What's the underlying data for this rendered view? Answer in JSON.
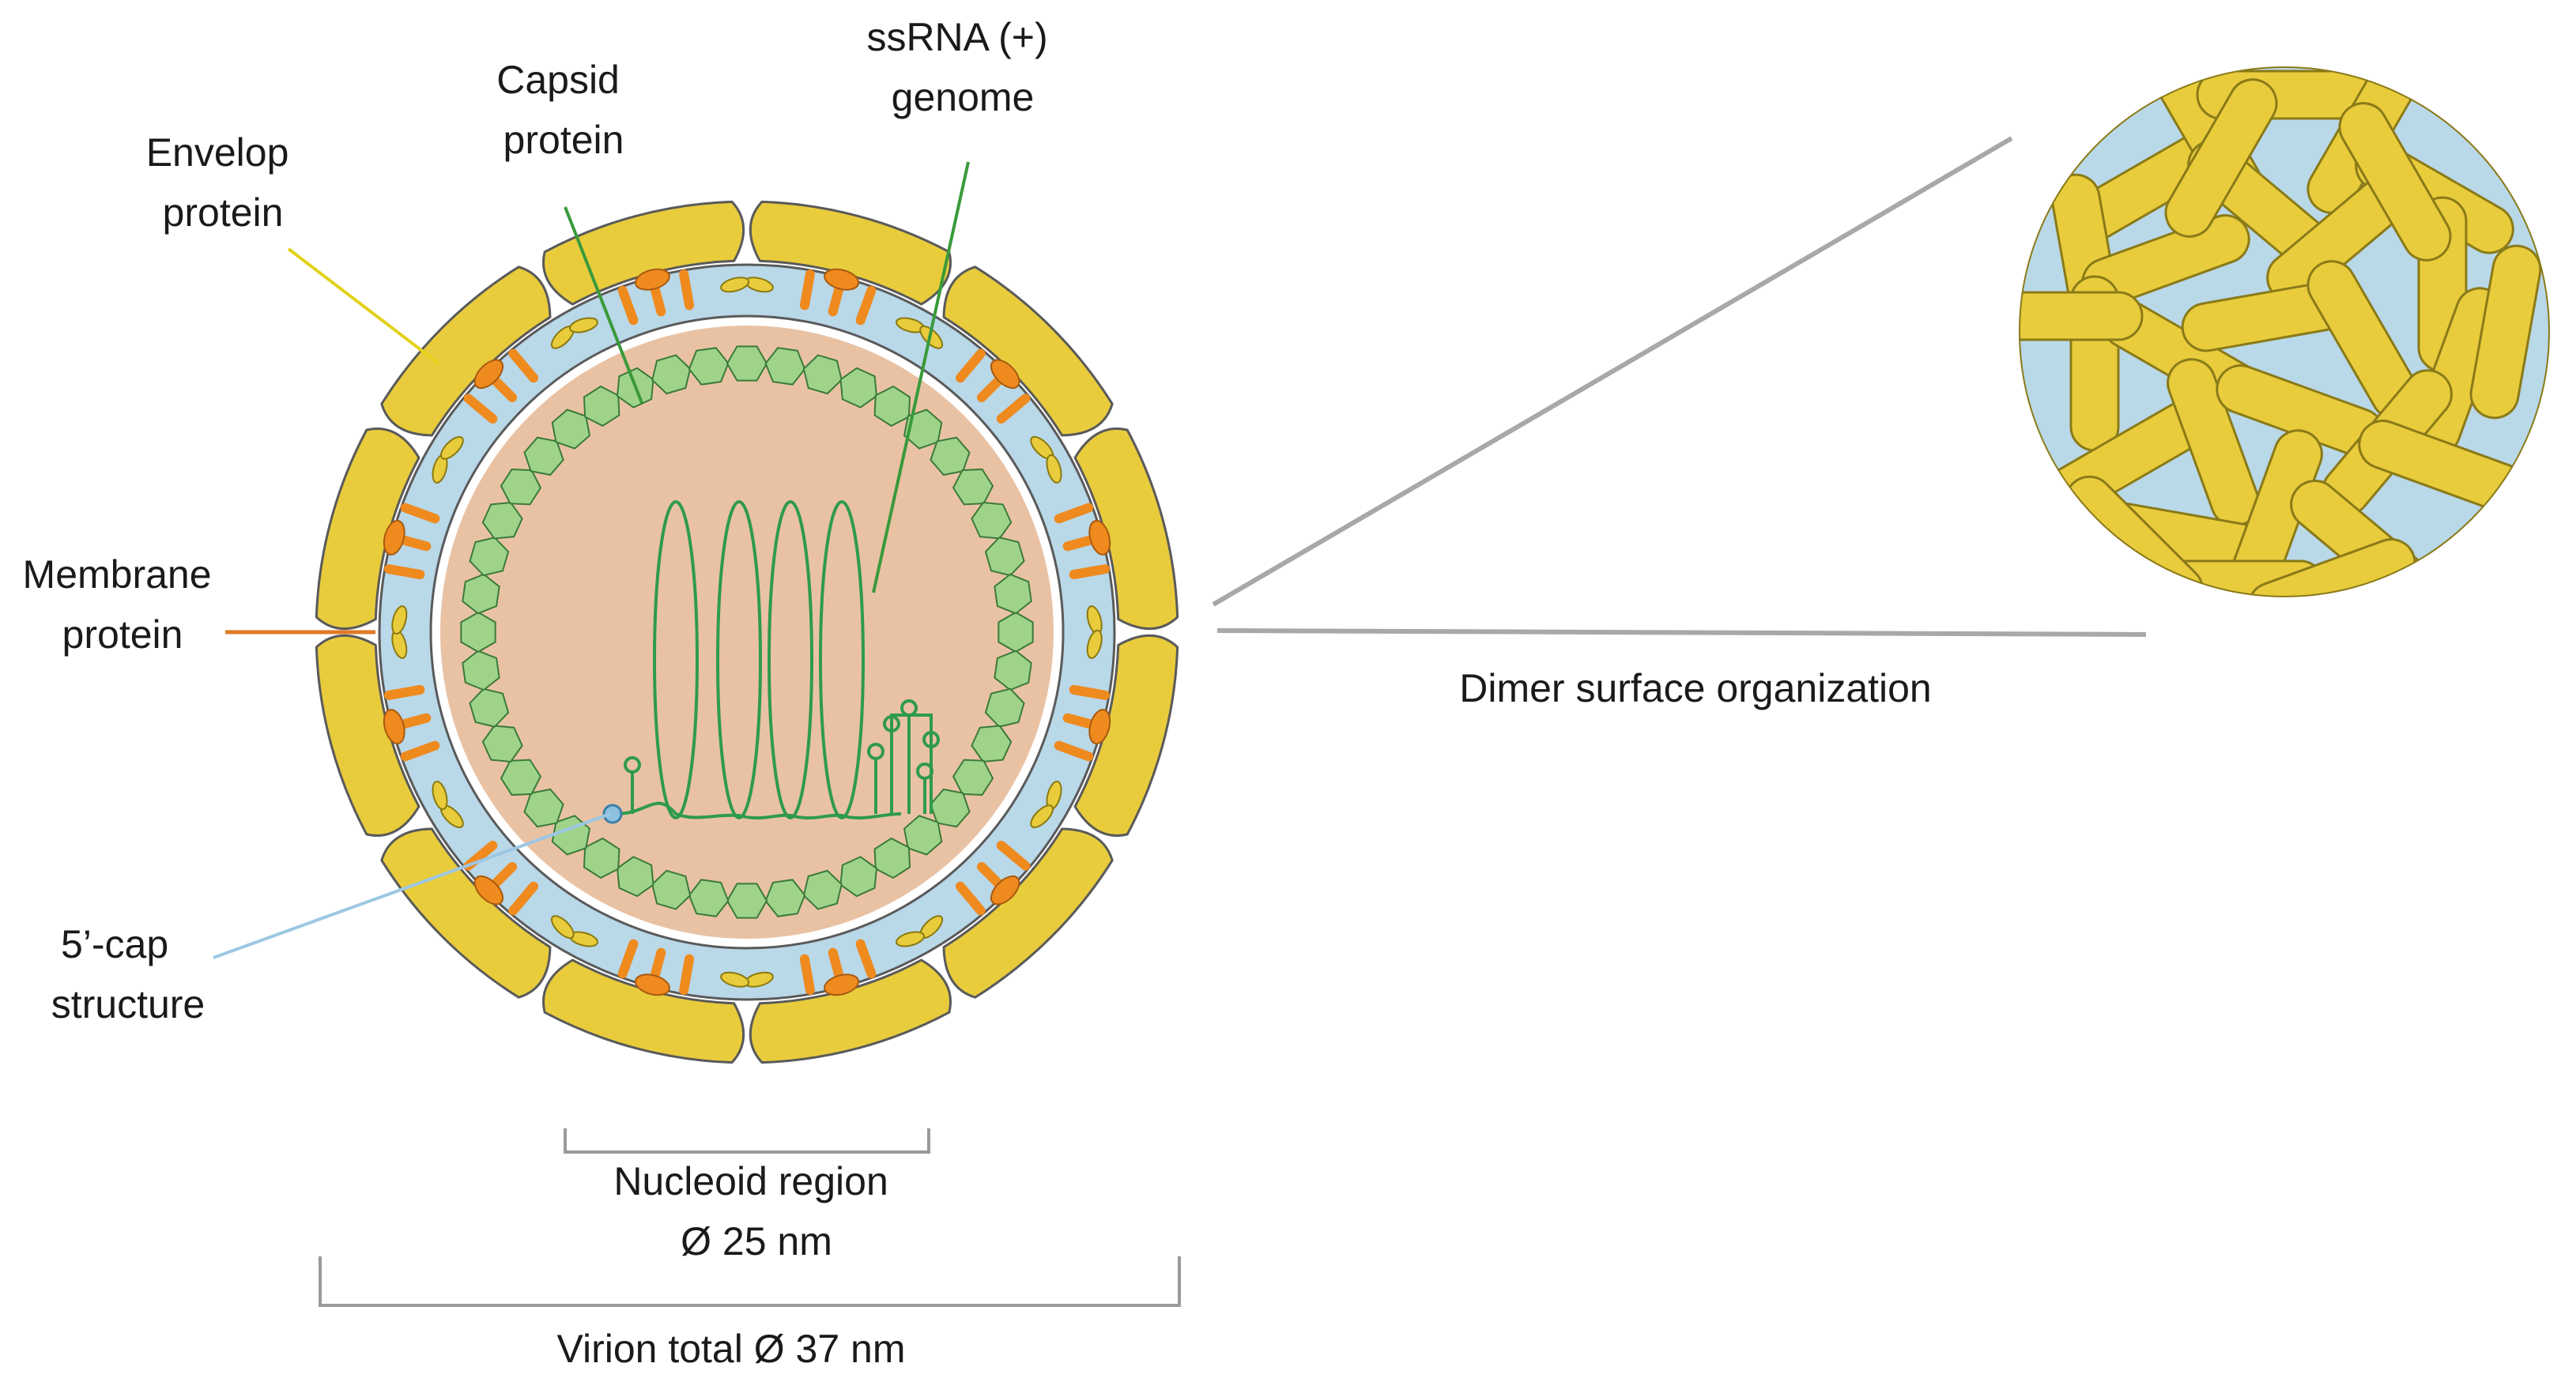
{
  "labels": {
    "capsid": [
      "Capsid",
      "protein"
    ],
    "ssrna": [
      "ssRNA (+)",
      "genome"
    ],
    "envelope": [
      "Envelop",
      "protein"
    ],
    "membrane": [
      "Membrane",
      "protein"
    ],
    "cap": [
      "5’-cap",
      "structure"
    ],
    "nucleoid": [
      "Nucleoid region",
      "Ø 25 nm"
    ],
    "virion": "Virion total Ø 37 nm",
    "dimer": "Dimer surface organization"
  },
  "colors": {
    "envelope": "#e8cc3c",
    "membrane_protein": "#ef8a1e",
    "lipid_layer": "#b9d8e8",
    "capsid": "#9fd38a",
    "nucleoid": "#e9c2a4",
    "rna": "#2f9b4a",
    "capsid_leader": "#3a9a3a",
    "envelope_leader": "#e2d21a",
    "membrane_leader": "#e07a25",
    "cap_leader": "#9cc7e4",
    "outline": "#5a5a5a"
  },
  "icons": {
    "cap": "cap-circle-icon"
  }
}
